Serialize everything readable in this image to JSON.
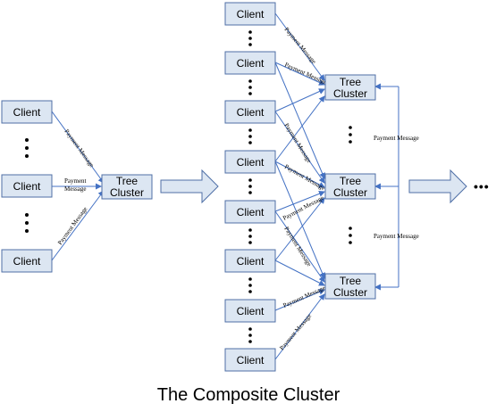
{
  "caption": "The Composite Cluster",
  "left_cluster": {
    "clients": [
      "Client",
      "Client",
      "Client"
    ],
    "tree": [
      "Tree",
      "Cluster"
    ],
    "edge_label_1": "Payment Message",
    "edge_label_2a": "Payment",
    "edge_label_2b": "Message",
    "edge_label_3": "Payment Message"
  },
  "composite": {
    "clients": [
      "Client",
      "Client",
      "Client",
      "Client",
      "Client",
      "Client",
      "Client",
      "Client"
    ],
    "trees": [
      [
        "Tree",
        "Cluster"
      ],
      [
        "Tree",
        "Cluster"
      ],
      [
        "Tree",
        "Cluster"
      ]
    ],
    "edge_label": "Payment Message",
    "inter_label_1": "Payment Message",
    "inter_label_2": "Payment Message"
  },
  "more_symbol": "•••",
  "colors": {
    "box_fill": "#dce6f2",
    "box_stroke": "#4f6fa6",
    "line": "#4472c4"
  }
}
